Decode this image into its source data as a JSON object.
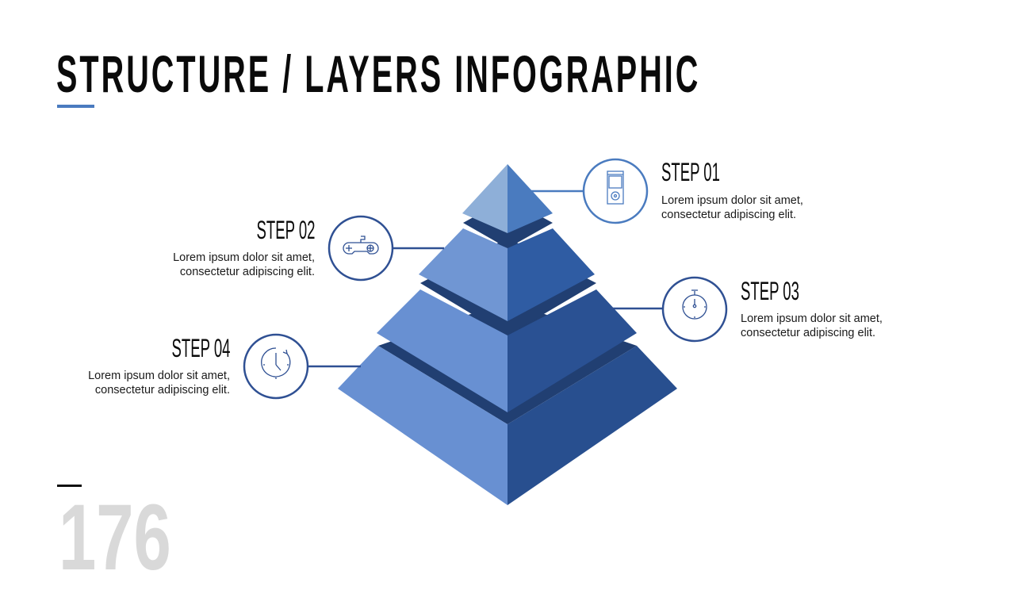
{
  "title": "STRUCTURE / LAYERS INFOGRAPHIC",
  "page_number": "176",
  "colors": {
    "accent": "#4a7bbf",
    "circle_stroke": "#2f5093",
    "band_dark": "#213f72",
    "page_number": "#d9d9d9"
  },
  "steps": [
    {
      "heading": "STEP 01",
      "line1": "Lorem ipsum dolor sit amet,",
      "line2": "consectetur adipiscing elit.",
      "icon": "music-player-icon"
    },
    {
      "heading": "STEP 02",
      "line1": "Lorem ipsum dolor sit amet,",
      "line2": "consectetur adipiscing elit.",
      "icon": "gamepad-icon"
    },
    {
      "heading": "STEP 03",
      "line1": "Lorem ipsum dolor sit amet,",
      "line2": "consectetur adipiscing elit.",
      "icon": "stopwatch-icon"
    },
    {
      "heading": "STEP 04",
      "line1": "Lorem ipsum dolor sit amet,",
      "line2": "consectetur adipiscing elit.",
      "icon": "clock-refresh-icon"
    }
  ]
}
